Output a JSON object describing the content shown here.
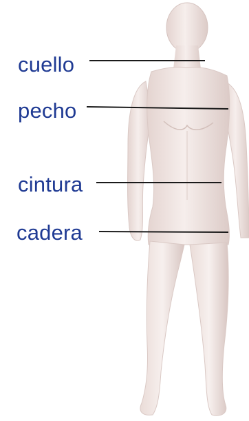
{
  "labels": {
    "neck": "cuello",
    "chest": "pecho",
    "waist": "cintura",
    "hip": "cadera"
  },
  "colors": {
    "label_text": "#1f3a93",
    "leader_line": "#1a1a1a",
    "mannequin_body": "#f1e6e3",
    "mannequin_shadow": "#d9c8c4",
    "background": "#ffffff"
  }
}
